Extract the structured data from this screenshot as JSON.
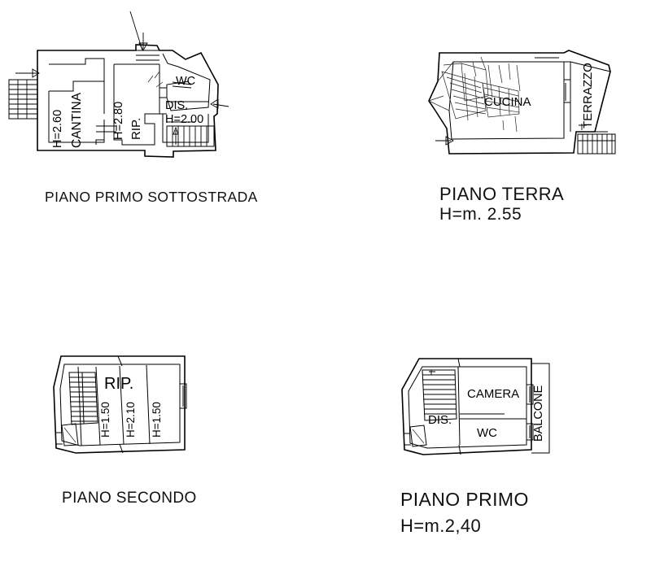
{
  "document": {
    "kind": "architectural-floor-plan",
    "language": "it",
    "background_color": "#ffffff",
    "line_color": "#000000"
  },
  "plans": [
    {
      "id": "piano-primo-sottostrada",
      "caption_title": "PIANO PRIMO SOTTOSTRADA",
      "caption_height": "",
      "rooms": [
        {
          "name": "CANTINA",
          "height_label": "H=2.60",
          "orientation": "vertical"
        },
        {
          "name": "RIP.",
          "height_label": "H=2.80",
          "orientation": "vertical"
        },
        {
          "name": "WC",
          "height_label": "",
          "orientation": "horizontal"
        },
        {
          "name": "DIS.",
          "height_label": "H=2.00",
          "orientation": "horizontal"
        }
      ]
    },
    {
      "id": "piano-terra",
      "caption_title": "PIANO TERRA",
      "caption_height": "H=m. 2.55",
      "rooms": [
        {
          "name": "CUCINA",
          "height_label": "",
          "orientation": "horizontal"
        },
        {
          "name": "TERRAZZO",
          "height_label": "",
          "orientation": "vertical"
        }
      ]
    },
    {
      "id": "piano-secondo",
      "caption_title": "PIANO SECONDO",
      "caption_height": "",
      "rooms": [
        {
          "name": "RIP.",
          "height_label": "",
          "orientation": "horizontal"
        },
        {
          "name": "",
          "height_label": "H=1.50",
          "orientation": "vertical"
        },
        {
          "name": "",
          "height_label": "H=2.10",
          "orientation": "vertical"
        },
        {
          "name": "",
          "height_label": "H=1.50",
          "orientation": "vertical"
        }
      ]
    },
    {
      "id": "piano-primo",
      "caption_title": "PIANO PRIMO",
      "caption_height": "H=m.2,40",
      "rooms": [
        {
          "name": "CAMERA",
          "height_label": "",
          "orientation": "horizontal"
        },
        {
          "name": "DIS.",
          "height_label": "",
          "orientation": "horizontal"
        },
        {
          "name": "WC",
          "height_label": "",
          "orientation": "horizontal"
        },
        {
          "name": "BALCONE",
          "height_label": "",
          "orientation": "vertical"
        }
      ]
    }
  ],
  "labels": {
    "sottostrada": {
      "cantina_height": "H=2.60",
      "cantina_name": "CANTINA",
      "rip_height": "H=2.80",
      "rip_name": "RIP.",
      "wc": "WC",
      "dis": "DIS.",
      "dis_height": "H=2.00",
      "caption": "PIANO PRIMO SOTTOSTRADA"
    },
    "terra": {
      "cucina": "CUCINA",
      "terrazzo": "TERRAZZO",
      "caption": "PIANO TERRA",
      "height": "H=m. 2.55"
    },
    "secondo": {
      "rip": "RIP.",
      "h_left": "H=1.50",
      "h_mid": "H=2.10",
      "h_right": "H=1.50",
      "caption": "PIANO SECONDO"
    },
    "primo": {
      "camera": "CAMERA",
      "dis": "DIS.",
      "wc": "WC",
      "balcone": "BALCONE",
      "caption": "PIANO PRIMO",
      "height": "H=m.2,40"
    }
  }
}
